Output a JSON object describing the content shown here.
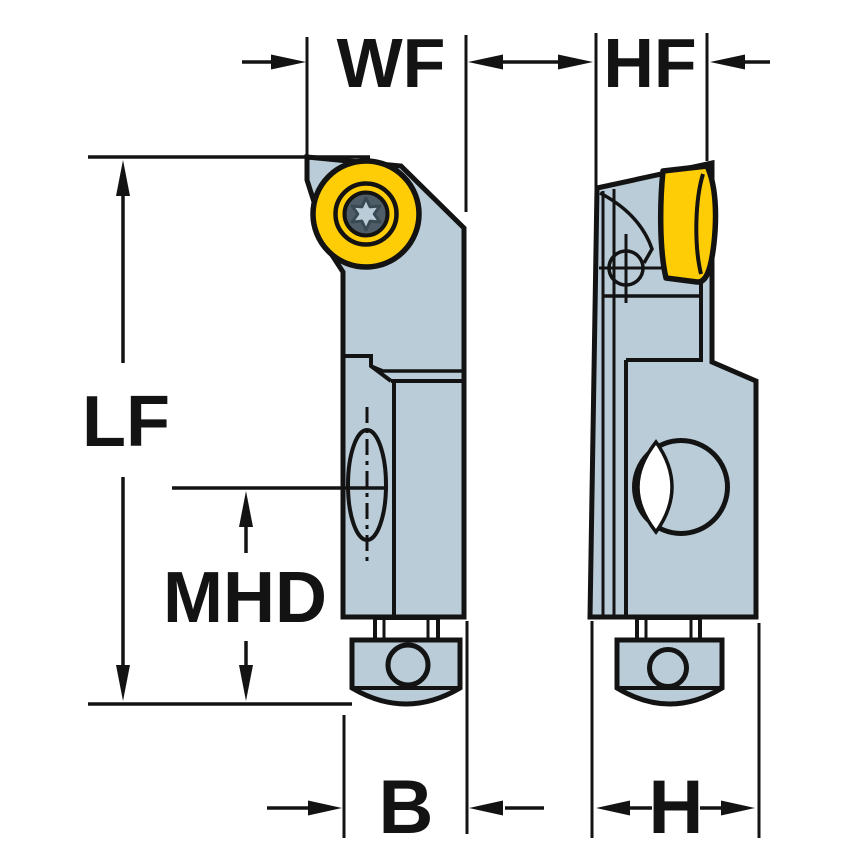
{
  "drawing": {
    "kind": "tool-cartridge engineering drawing, front and side views",
    "dims": {
      "wf": "WF",
      "hf": "HF",
      "lf": "LF",
      "mhd": "MHD",
      "b": "B",
      "h": "H"
    },
    "colors": {
      "background": "#FFFFFF",
      "line": "#131313",
      "body": "#B9CCD8",
      "insert_yellow": "#FFCD05",
      "screw_head": "#4E5D68",
      "hole_highlight": "#FFFFFF"
    }
  }
}
